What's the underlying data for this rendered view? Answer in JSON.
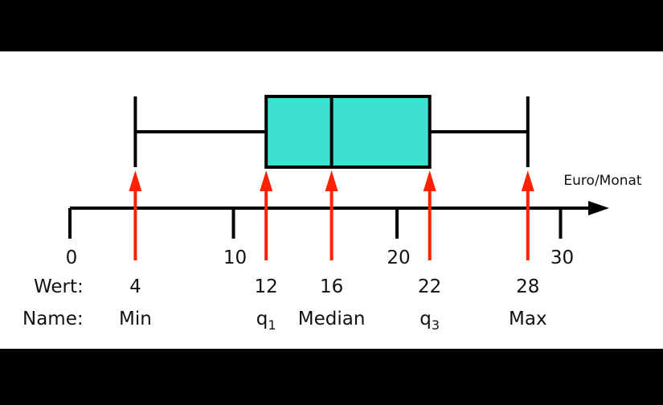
{
  "chart_data": {
    "type": "boxplot",
    "axis_unit": "Euro/Monat",
    "xlim": [
      0,
      30
    ],
    "ticks": [
      0,
      10,
      20,
      30
    ],
    "row_labels": {
      "value": "Wert:",
      "name": "Name:"
    },
    "stats": [
      {
        "key": "min",
        "value": 4,
        "name": "Min"
      },
      {
        "key": "q1",
        "value": 12,
        "name": "q",
        "sub": "1"
      },
      {
        "key": "median",
        "value": 16,
        "name": "Median"
      },
      {
        "key": "q3",
        "value": 22,
        "name": "q",
        "sub": "3"
      },
      {
        "key": "max",
        "value": 28,
        "name": "Max"
      }
    ],
    "colors": {
      "box": "#40e0d0",
      "arrow": "#ff2200",
      "line": "#000000",
      "background": "#ffffff"
    }
  }
}
